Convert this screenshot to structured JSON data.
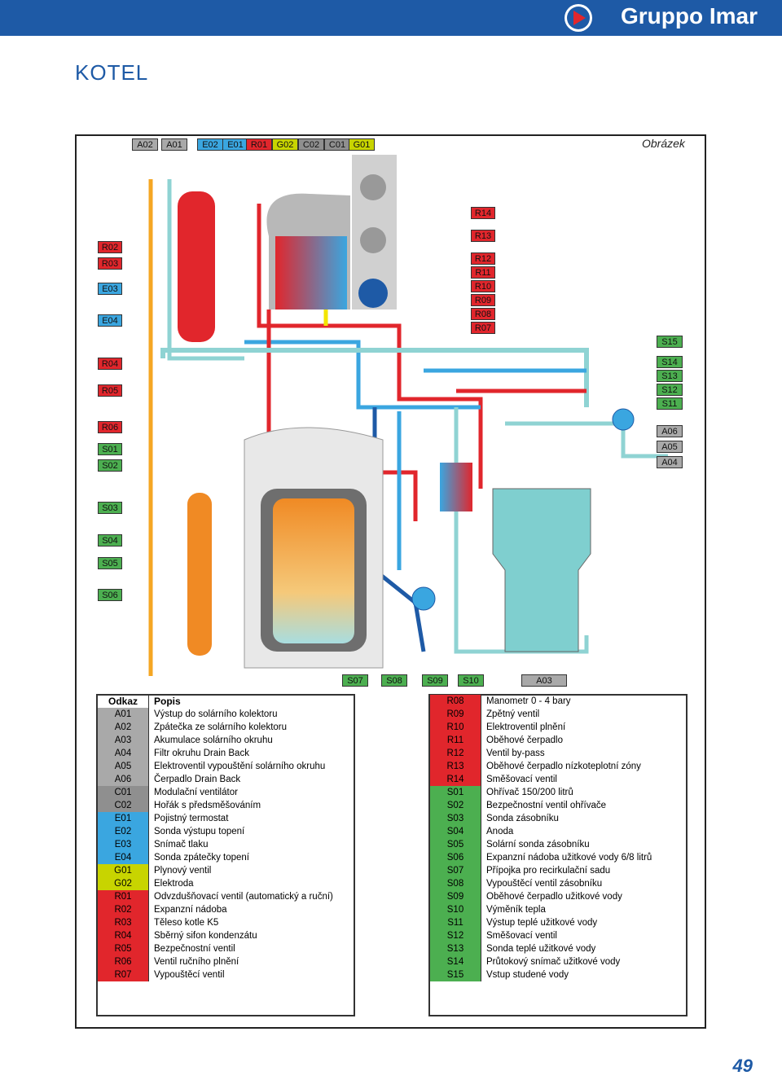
{
  "header": {
    "brand": "Gruppo Imar",
    "title": "KOTEL",
    "figure_label": "Obrázek",
    "page_number": "49"
  },
  "colors": {
    "A": "#a9a9a9",
    "C": "#8f8f8f",
    "E": "#3aa6e0",
    "G": "#c8d400",
    "R": "#e1262c",
    "S": "#4caf50",
    "brand": "#1e5aa6"
  },
  "codes": {
    "top": [
      "A02",
      "A01",
      "E02",
      "E01",
      "R01",
      "G02",
      "C02",
      "C01",
      "G01"
    ],
    "right_top": [
      "R14",
      "R13",
      "R12",
      "R11",
      "R10",
      "R09",
      "R08",
      "R07"
    ],
    "right_mid": [
      "S15",
      "S14",
      "S13",
      "S12",
      "S11",
      "A06",
      "A05",
      "A04"
    ],
    "left": [
      "R02",
      "R03",
      "E03",
      "E04",
      "R04",
      "R05",
      "R06",
      "S01",
      "S02",
      "S03",
      "S04",
      "S05",
      "S06"
    ],
    "bottom": [
      "S07",
      "S08",
      "S09",
      "S10",
      "A03"
    ]
  },
  "legend_header": {
    "code": "Odkaz",
    "desc": "Popis"
  },
  "legend_left": [
    {
      "code": "A01",
      "desc": "Výstup do solárního kolektoru"
    },
    {
      "code": "A02",
      "desc": "Zpátečka ze solárního kolektoru"
    },
    {
      "code": "A03",
      "desc": "Akumulace solárního okruhu"
    },
    {
      "code": "A04",
      "desc": "Filtr okruhu Drain Back"
    },
    {
      "code": "A05",
      "desc": "Elektroventil vypouštění solárního okruhu"
    },
    {
      "code": "A06",
      "desc": "Čerpadlo Drain Back"
    },
    {
      "code": "C01",
      "desc": "Modulační ventilátor"
    },
    {
      "code": "C02",
      "desc": "Hořák s předsměšováním"
    },
    {
      "code": "E01",
      "desc": "Pojistný termostat"
    },
    {
      "code": "E02",
      "desc": "Sonda výstupu topení"
    },
    {
      "code": "E03",
      "desc": "Snímač tlaku"
    },
    {
      "code": "E04",
      "desc": "Sonda zpátečky topení"
    },
    {
      "code": "G01",
      "desc": "Plynový ventil"
    },
    {
      "code": "G02",
      "desc": "Elektroda"
    },
    {
      "code": "R01",
      "desc": "Odvzdušňovací ventil (automatický a ruční)"
    },
    {
      "code": "R02",
      "desc": "Expanzní nádoba"
    },
    {
      "code": "R03",
      "desc": "Těleso kotle K5"
    },
    {
      "code": "R04",
      "desc": "Sběrný sifon kondenzátu"
    },
    {
      "code": "R05",
      "desc": "Bezpečnostní ventil"
    },
    {
      "code": "R06",
      "desc": "Ventil ručního plnění"
    },
    {
      "code": "R07",
      "desc": "Vypouštěcí ventil"
    }
  ],
  "legend_right": [
    {
      "code": "R08",
      "desc": "Manometr 0 - 4 bary"
    },
    {
      "code": "R09",
      "desc": "Zpětný ventil"
    },
    {
      "code": "R10",
      "desc": "Elektroventil plnění"
    },
    {
      "code": "R11",
      "desc": "Oběhové čerpadlo"
    },
    {
      "code": "R12",
      "desc": "Ventil by-pass"
    },
    {
      "code": "R13",
      "desc": "Oběhové čerpadlo nízkoteplotní zóny"
    },
    {
      "code": "R14",
      "desc": "Směšovací ventil"
    },
    {
      "code": "S01",
      "desc": "Ohřívač 150/200 litrů"
    },
    {
      "code": "S02",
      "desc": "Bezpečnostní ventil ohřívače"
    },
    {
      "code": "S03",
      "desc": "Sonda zásobníku"
    },
    {
      "code": "S04",
      "desc": "Anoda"
    },
    {
      "code": "S05",
      "desc": "Solární sonda zásobníku"
    },
    {
      "code": "S06",
      "desc": "Expanzní nádoba užitkové vody 6/8 litrů"
    },
    {
      "code": "S07",
      "desc": "Přípojka pro recirkulační sadu"
    },
    {
      "code": "S08",
      "desc": "Vypouštěcí ventil zásobníku"
    },
    {
      "code": "S09",
      "desc": "Oběhové čerpadlo užitkové vody"
    },
    {
      "code": "S10",
      "desc": "Výměník tepla"
    },
    {
      "code": "S11",
      "desc": "Výstup teplé užitkové vody"
    },
    {
      "code": "S12",
      "desc": "Směšovací ventil"
    },
    {
      "code": "S13",
      "desc": "Sonda teplé užitkové vody"
    },
    {
      "code": "S14",
      "desc": "Průtokový snímač užitkové vody"
    },
    {
      "code": "S15",
      "desc": "Vstup studené vody"
    }
  ]
}
